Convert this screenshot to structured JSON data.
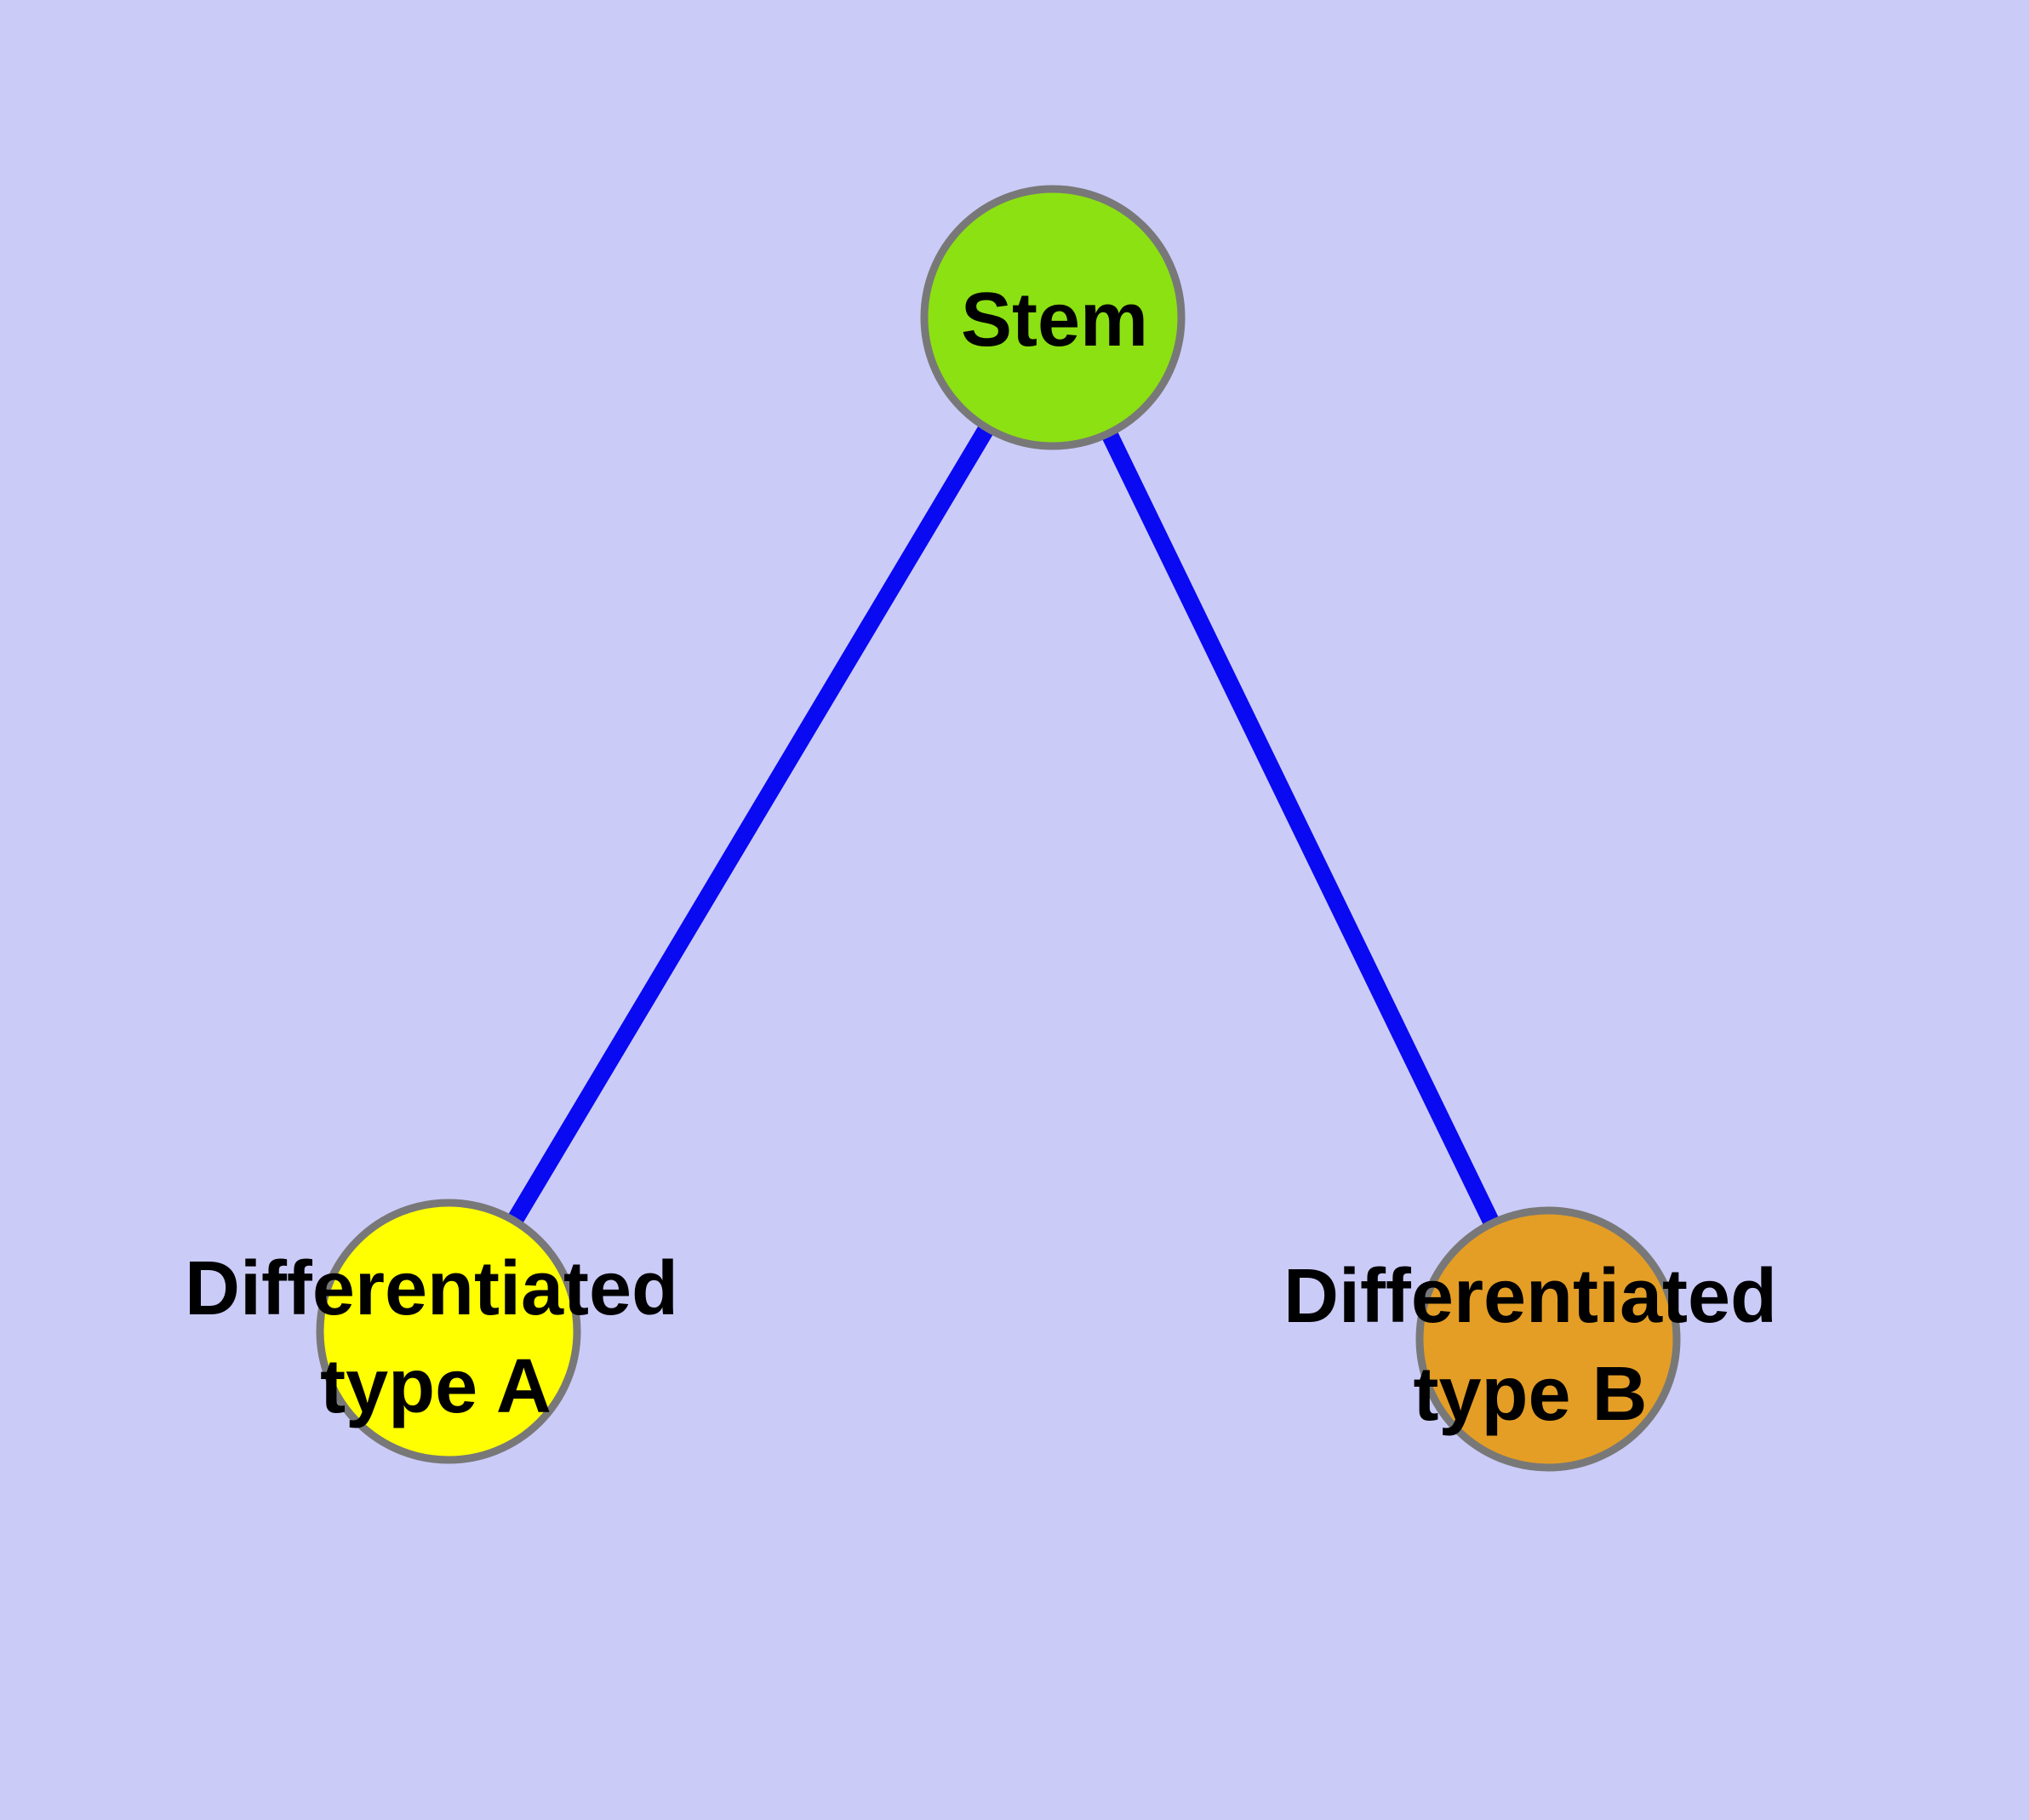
{
  "figure": {
    "description": "Stem cell differentiation graph",
    "background_color": "#cbcbf8",
    "edge_color": "#0909f2",
    "node_border_color": "#787878",
    "label_color": "#000000"
  },
  "nodes": [
    {
      "id": "stem",
      "label": "Stem",
      "lines": [
        "Stem"
      ],
      "fill_color": "#8ce112"
    },
    {
      "id": "differentiated-type-a",
      "label": "Differentiated type A",
      "lines": [
        "Differentiated",
        "type A"
      ],
      "fill_color": "#ffff00"
    },
    {
      "id": "differentiated-type-b",
      "label": "Differentiated type B",
      "lines": [
        "Differentiated",
        "type B"
      ],
      "fill_color": "#e49e25"
    }
  ],
  "edges": [
    {
      "from": "Stem",
      "to": "Differentiated type A"
    },
    {
      "from": "Stem",
      "to": "Differentiated type B"
    }
  ]
}
